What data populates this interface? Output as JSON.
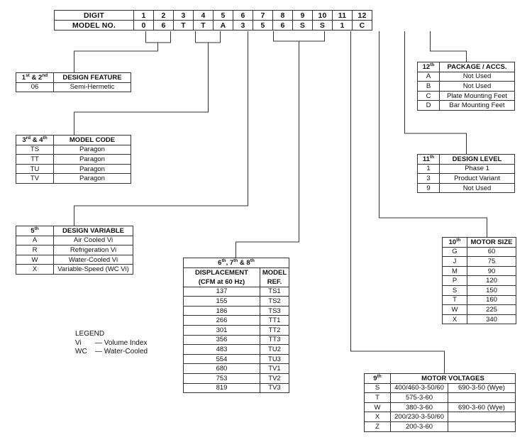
{
  "header": {
    "digit_label": "DIGIT",
    "model_label": "MODEL NO.",
    "digits": [
      "1",
      "2",
      "3",
      "4",
      "5",
      "6",
      "7",
      "8",
      "9",
      "10",
      "11",
      "12"
    ],
    "model": [
      "0",
      "6",
      "T",
      "T",
      "A",
      "3",
      "5",
      "6",
      "S",
      "S",
      "1",
      "C"
    ]
  },
  "design_feature": {
    "head_code": "1st & 2nd",
    "head_title": "DESIGN FEATURE",
    "rows": [
      {
        "code": "06",
        "value": "Semi-Hermetic"
      }
    ]
  },
  "model_code": {
    "head_code": "3rd & 4th",
    "head_title": "MODEL CODE",
    "rows": [
      {
        "code": "TS",
        "value": "Paragon"
      },
      {
        "code": "TT",
        "value": "Paragon"
      },
      {
        "code": "TU",
        "value": "Paragon"
      },
      {
        "code": "TV",
        "value": "Paragon"
      }
    ]
  },
  "design_variable": {
    "head_code": "5th",
    "head_title": "DESIGN VARIABLE",
    "rows": [
      {
        "code": "A",
        "value": "Air Cooled Vi"
      },
      {
        "code": "R",
        "value": "Refrigeration Vi"
      },
      {
        "code": "W",
        "value": "Water-Cooled Vi"
      },
      {
        "code": "X",
        "value": "Variable-Speed (WC Vi)"
      }
    ]
  },
  "displacement": {
    "head": "6th, 7th & 8th",
    "col1_line1": "DISPLACEMENT",
    "col1_line2": "(CFM at 60 Hz)",
    "col2_line1": "MODEL",
    "col2_line2": "REF.",
    "rows": [
      {
        "cfm": "137",
        "ref": "TS1"
      },
      {
        "cfm": "155",
        "ref": "TS2"
      },
      {
        "cfm": "186",
        "ref": "TS3"
      },
      {
        "cfm": "266",
        "ref": "TT1"
      },
      {
        "cfm": "301",
        "ref": "TT2"
      },
      {
        "cfm": "356",
        "ref": "TT3"
      },
      {
        "cfm": "483",
        "ref": "TU2"
      },
      {
        "cfm": "554",
        "ref": "TU3"
      },
      {
        "cfm": "680",
        "ref": "TV1"
      },
      {
        "cfm": "753",
        "ref": "TV2"
      },
      {
        "cfm": "819",
        "ref": "TV3"
      }
    ]
  },
  "motor_voltages": {
    "head_code": "9th",
    "head_title": "MOTOR VOLTAGES",
    "rows": [
      {
        "code": "S",
        "v60": "400/460-3-50/60",
        "v50": "690-3-50 (Wye)"
      },
      {
        "code": "T",
        "v60": "575-3-60",
        "v50": ""
      },
      {
        "code": "W",
        "v60": "380-3-60",
        "v50": "690-3-60 (Wye)"
      },
      {
        "code": "X",
        "v60": "200/230-3-50/60",
        "v50": ""
      },
      {
        "code": "Z",
        "v60": "200-3-60",
        "v50": ""
      }
    ]
  },
  "motor_size": {
    "head_code": "10th",
    "head_title": "MOTOR SIZE",
    "rows": [
      {
        "code": "G",
        "value": "60"
      },
      {
        "code": "J",
        "value": "75"
      },
      {
        "code": "M",
        "value": "90"
      },
      {
        "code": "P",
        "value": "120"
      },
      {
        "code": "S",
        "value": "150"
      },
      {
        "code": "T",
        "value": "160"
      },
      {
        "code": "W",
        "value": "225"
      },
      {
        "code": "X",
        "value": "340"
      }
    ]
  },
  "design_level": {
    "head_code": "11th",
    "head_title": "DESIGN LEVEL",
    "rows": [
      {
        "code": "1",
        "value": "Phase 1"
      },
      {
        "code": "3",
        "value": "Product Variant"
      },
      {
        "code": "9",
        "value": "Not Used"
      }
    ]
  },
  "package": {
    "head_code": "12th",
    "head_title": "PACKAGE / ACCS.",
    "rows": [
      {
        "code": "A",
        "value": "Not Used"
      },
      {
        "code": "B",
        "value": "Not Used"
      },
      {
        "code": "C",
        "value": "Plate Mounting Feet"
      },
      {
        "code": "D",
        "value": "Bar Mounting Feet"
      }
    ]
  },
  "legend": {
    "title": "LEGEND",
    "items": [
      {
        "abbr": "Vi",
        "desc": "Volume Index"
      },
      {
        "abbr": "WC",
        "desc": "Water-Cooled"
      }
    ]
  }
}
